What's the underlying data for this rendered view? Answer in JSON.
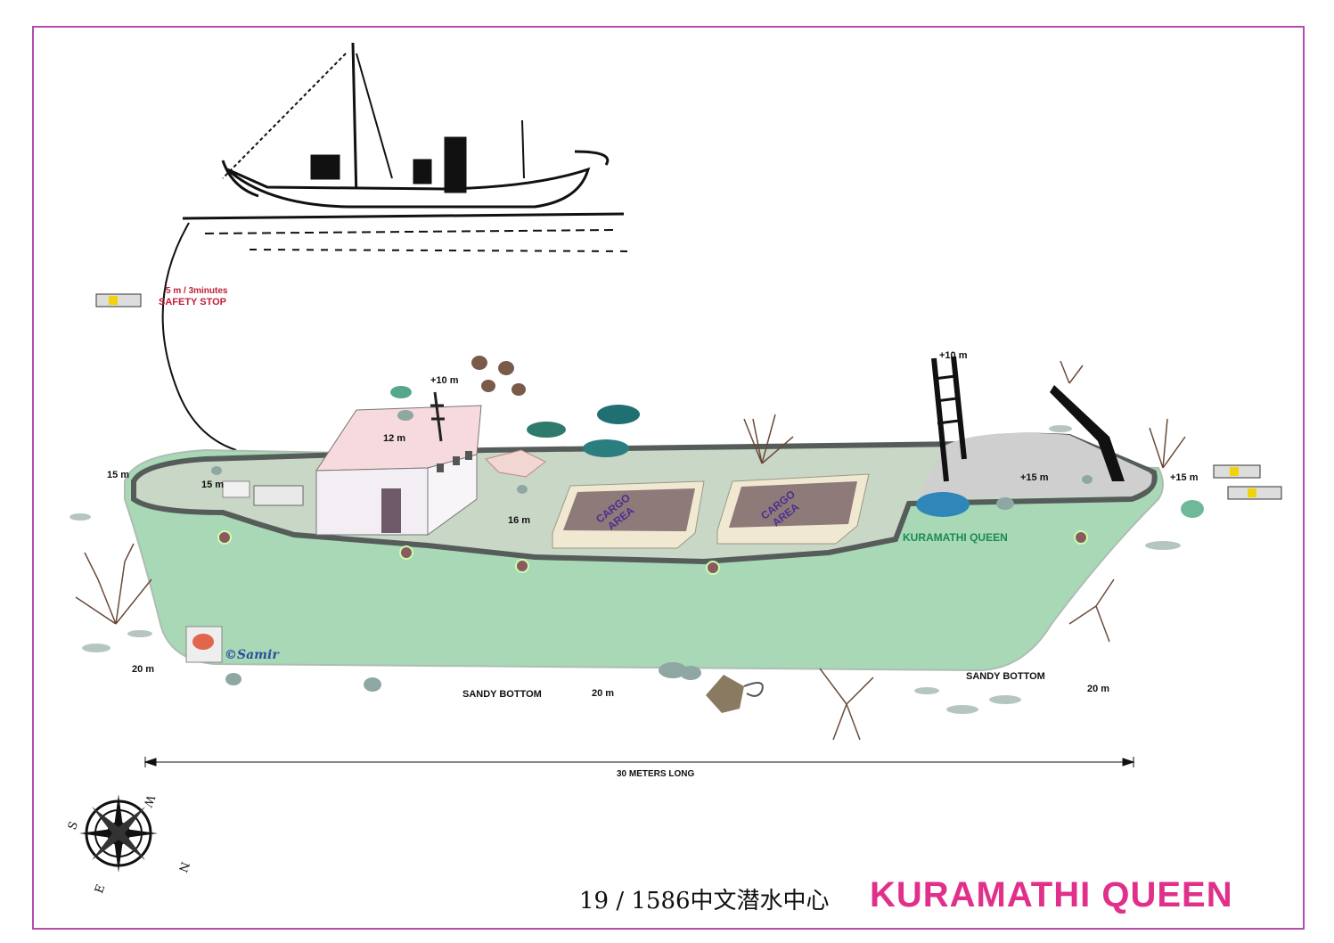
{
  "footer": {
    "code": "19 / 1586中文潜水中心",
    "title": "KURAMATHI QUEEN"
  },
  "labels": {
    "safety_stop_time": "5 m / 3minutes",
    "safety_stop": "SAFETY STOP",
    "depth_bow_left": "15 m",
    "depth_deck_front": "15 m",
    "depth_cabin": "12 m",
    "depth_mast_front": "+10 m",
    "depth_mast_rear": "+10 m",
    "depth_mid_deck": "16 m",
    "depth_stern_deck": "+15 m",
    "depth_stern_right": "+15 m",
    "depth_bottom_left": "20 m",
    "depth_bottom_mid": "20 m",
    "depth_bottom_right": "20 m",
    "sandy_bottom_left": "SANDY BOTTOM",
    "sandy_bottom_right": "SANDY BOTTOM",
    "length": "30 METERS LONG",
    "ship_name": "KURAMATHI QUEEN",
    "cargo_area_1": "CARGO\nAREA",
    "cargo_area_2": "CARGO\nAREA",
    "signature": "©Samir"
  },
  "compass": {
    "n": "N",
    "s": "S",
    "e": "E",
    "w": "W"
  },
  "colors": {
    "frame": "#b04db0",
    "hull": "#a8d8b6",
    "deck": "#c9d7c6",
    "outline": "#555c5a",
    "title": "#e0308a",
    "safety_text": "#c0203a",
    "ship_name_text": "#1b8a55",
    "cargo_text": "#4b2f92"
  }
}
